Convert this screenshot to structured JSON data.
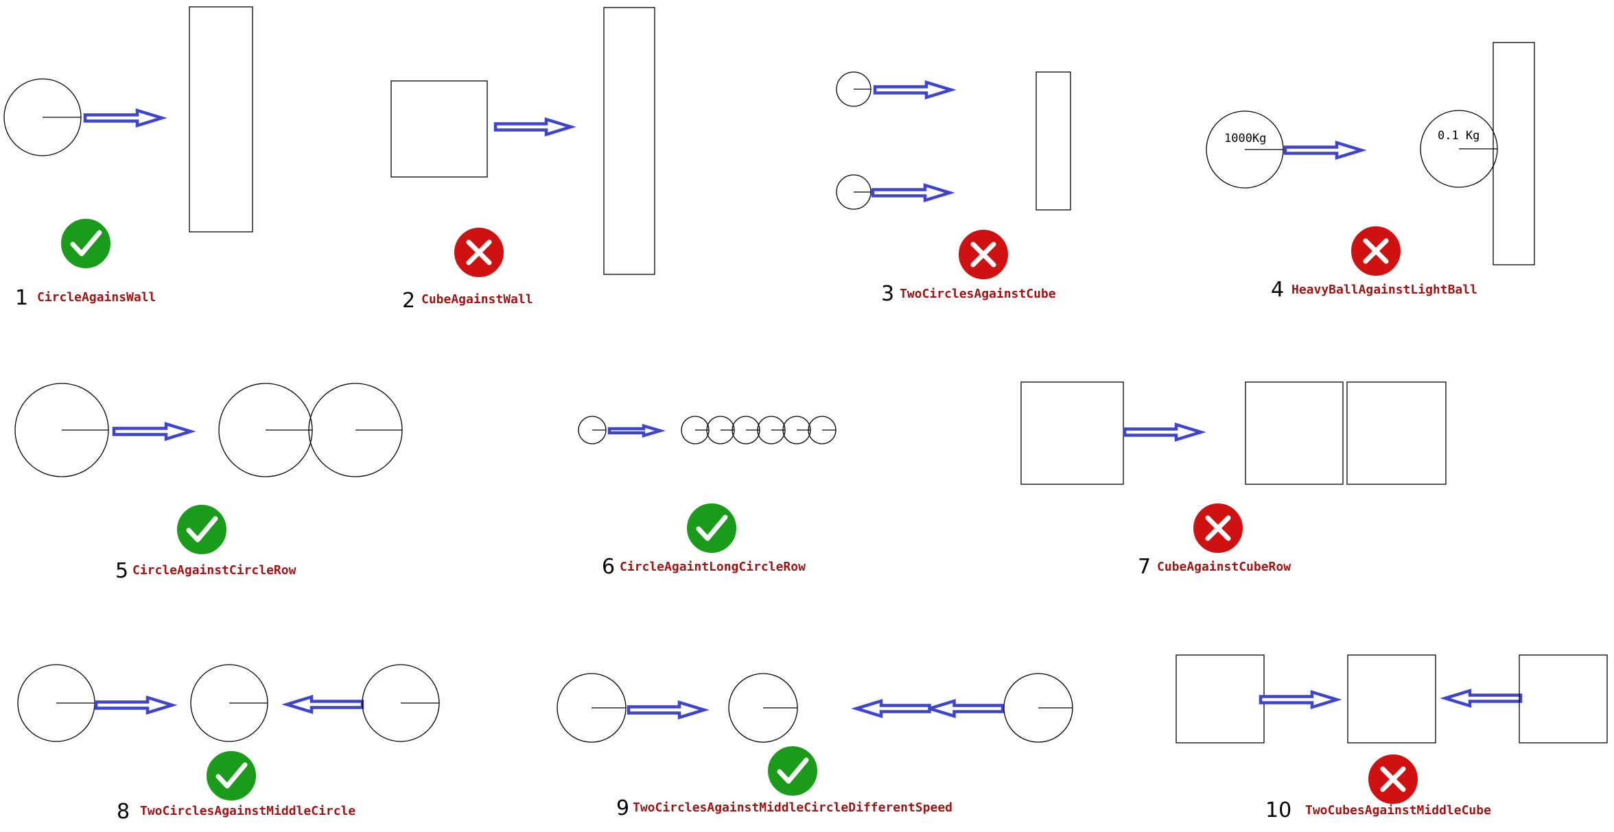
{
  "colors": {
    "arrow": "#3e44cc",
    "label": "#a01414",
    "pass": "#1a9c1a",
    "fail": "#cf1111"
  },
  "scenarios": [
    {
      "number": "1",
      "name": "CircleAgainsWall",
      "status": "pass",
      "status_icon": "check-icon"
    },
    {
      "number": "2",
      "name": "CubeAgainstWall",
      "status": "fail",
      "status_icon": "cross-icon"
    },
    {
      "number": "3",
      "name": "TwoCirclesAgainstCube",
      "status": "fail",
      "status_icon": "cross-icon"
    },
    {
      "number": "4",
      "name": "HeavyBallAgainstLightBall",
      "status": "fail",
      "status_icon": "cross-icon",
      "masses": {
        "heavy": "1000Kg",
        "light": "0.1 Kg"
      }
    },
    {
      "number": "5",
      "name": "CircleAgainstCircleRow",
      "status": "pass",
      "status_icon": "check-icon"
    },
    {
      "number": "6",
      "name": "CircleAgaintLongCircleRow",
      "status": "pass",
      "status_icon": "check-icon"
    },
    {
      "number": "7",
      "name": "CubeAgainstCubeRow",
      "status": "fail",
      "status_icon": "cross-icon"
    },
    {
      "number": "8",
      "name": "TwoCirclesAgainstMiddleCircle",
      "status": "pass",
      "status_icon": "check-icon"
    },
    {
      "number": "9",
      "name": "TwoCirclesAgainstMiddleCircleDifferentSpeed",
      "status": "pass",
      "status_icon": "check-icon"
    },
    {
      "number": "10",
      "name": "TwoCubesAgainstMiddleCube",
      "status": "fail",
      "status_icon": "cross-icon"
    }
  ]
}
